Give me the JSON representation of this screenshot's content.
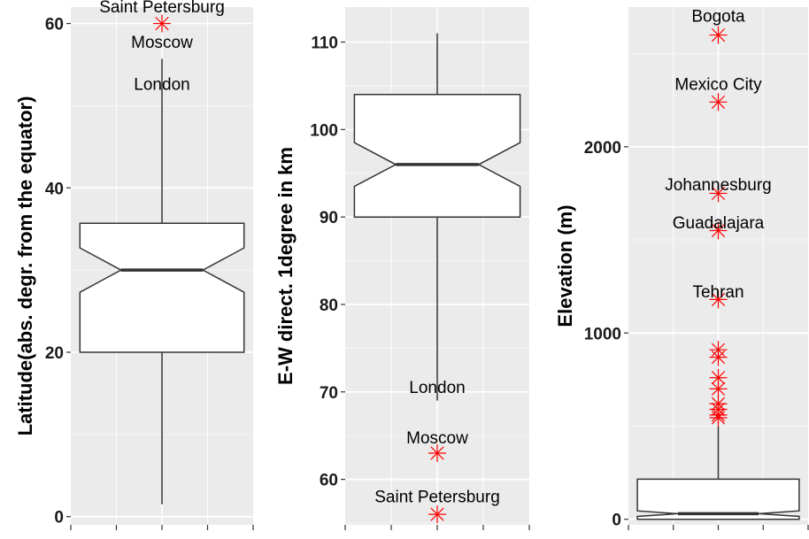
{
  "chart_data": [
    {
      "type": "boxplot",
      "ylabel": "Latitude(abs. degr. from the equator)",
      "ylim": [
        -1,
        62
      ],
      "yticks": [
        0,
        20,
        40,
        60
      ],
      "box": {
        "whisker_low": 1.5,
        "q1": 20,
        "notch_low": 27.3,
        "median": 30,
        "notch_high": 32.7,
        "q3": 35.7,
        "whisker_high": 55.7
      },
      "outliers": [
        60
      ],
      "annotations": [
        {
          "text": "Saint Petersburg",
          "y": 62
        },
        {
          "text": "Moscow",
          "y": 57.7
        },
        {
          "text": "London",
          "y": 52.6
        }
      ]
    },
    {
      "type": "boxplot",
      "ylabel": "E-W direct. 1degree in km",
      "ylim": [
        54.8,
        114
      ],
      "yticks": [
        60,
        70,
        80,
        90,
        100,
        110
      ],
      "box": {
        "whisker_low": 69,
        "q1": 90,
        "notch_low": 93.5,
        "median": 96,
        "notch_high": 98.5,
        "q3": 104,
        "whisker_high": 111
      },
      "outliers": [
        63,
        56
      ],
      "annotations": [
        {
          "text": "London",
          "y": 70.5
        },
        {
          "text": "Moscow",
          "y": 64.7
        },
        {
          "text": "Saint Petersburg",
          "y": 58
        }
      ]
    },
    {
      "type": "boxplot",
      "ylabel": "Elevation (m)",
      "ylim": [
        -30,
        2750
      ],
      "yticks": [
        0,
        1000,
        2000
      ],
      "box": {
        "whisker_low": 0,
        "q1": 0,
        "notch_low": 15,
        "median": 30,
        "notch_high": 45,
        "q3": 215,
        "whisker_high": 500
      },
      "outliers": [
        2600,
        2240,
        1750,
        1550,
        1180,
        910,
        870,
        760,
        700,
        620,
        590,
        560,
        545
      ],
      "annotations": [
        {
          "text": "Bogota",
          "y": 2700
        },
        {
          "text": "Mexico City",
          "y": 2335
        },
        {
          "text": "Johannesburg",
          "y": 1795
        },
        {
          "text": "Guadalajara",
          "y": 1590
        },
        {
          "text": "Tehran",
          "y": 1220
        }
      ]
    }
  ]
}
